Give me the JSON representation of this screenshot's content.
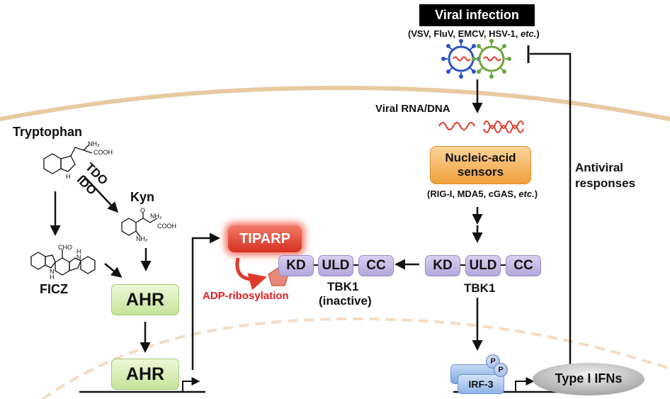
{
  "viral": {
    "title": "Viral infection",
    "examples_plain": "(VSV, FluV, EMCV, HSV-1, ",
    "examples_italic": "etc.",
    "examples_close": ")"
  },
  "viral_rna_dna": "Viral RNA/DNA",
  "sensors": {
    "box_line1": "Nucleic-acid",
    "box_line2": "sensors",
    "examples_plain": "(RIG-I, MDA5, cGAS, ",
    "examples_italic": "etc.",
    "examples_close": ")"
  },
  "antiviral": {
    "line1": "Antiviral",
    "line2": "responses"
  },
  "tryptophan": "Tryptophan",
  "enzymes": {
    "tdo": "TDO",
    "ido": "IDO"
  },
  "kyn": "Kyn",
  "ficz": "FICZ",
  "chem_labels": {
    "nh2": "NH₂",
    "nh2b": "NH₂",
    "cooh": "COOH",
    "coohb": "COOH",
    "nh": "H",
    "cho": "CHO",
    "ficz_nh1": "N",
    "ficz_h1": "H",
    "ficz_nh2": "N",
    "ficz_h2": "H",
    "o": "O"
  },
  "ahr_cytoplasm": "AHR",
  "ahr_nucleus": "AHR",
  "tiparp": "TIPARP",
  "adp_ribosylation": "ADP-ribosylation",
  "tbk1_inactive": {
    "domains": [
      "KD",
      "ULD",
      "CC"
    ],
    "name": "TBK1",
    "state": "(inactive)"
  },
  "tbk1_active": {
    "domains": [
      "KD",
      "ULD",
      "CC"
    ],
    "name": "TBK1"
  },
  "irf3": {
    "label": "IRF-3",
    "p1": "P",
    "p2": "P"
  },
  "type1_ifns": "Type I IFNs",
  "colors": {
    "membrane": "#e8c9a1",
    "nuclear_membrane": "#f2dcc4",
    "tiparp_red": "#e03a2a",
    "adp_text": "#e02020",
    "sensor_orange": "#f3a74a",
    "tbk1_purple": "#b3a6dc",
    "ahr_green": "#c6e39a",
    "irf3_blue": "#8fb4e6",
    "ifn_gray": "#bdbdbd",
    "virus_blue": "#2a52c8",
    "virus_green": "#6aa63a"
  }
}
